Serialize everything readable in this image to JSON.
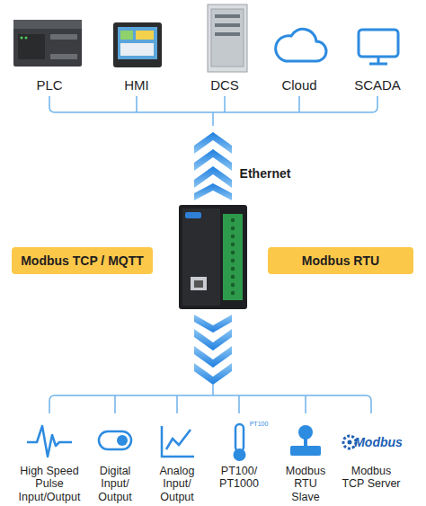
{
  "diagram": {
    "nodes": [
      {
        "text": [
          "Modbus TCP / MQTT"
        ]
      },
      {
        "text": [
          "Modbus RTU"
        ]
      }
    ],
    "labels": [
      "PLC",
      "HMI",
      "DCS",
      "Cloud",
      "SCADA",
      "Ethernet",
      "PT100",
      "Modbus",
      "High Speed Pulse Input/Output",
      "Digital Input/ Output",
      "Analog Input/ Output",
      "PT100/ PT1000",
      "Modbus RTU Slave",
      "Modbus TCP Server"
    ]
  }
}
